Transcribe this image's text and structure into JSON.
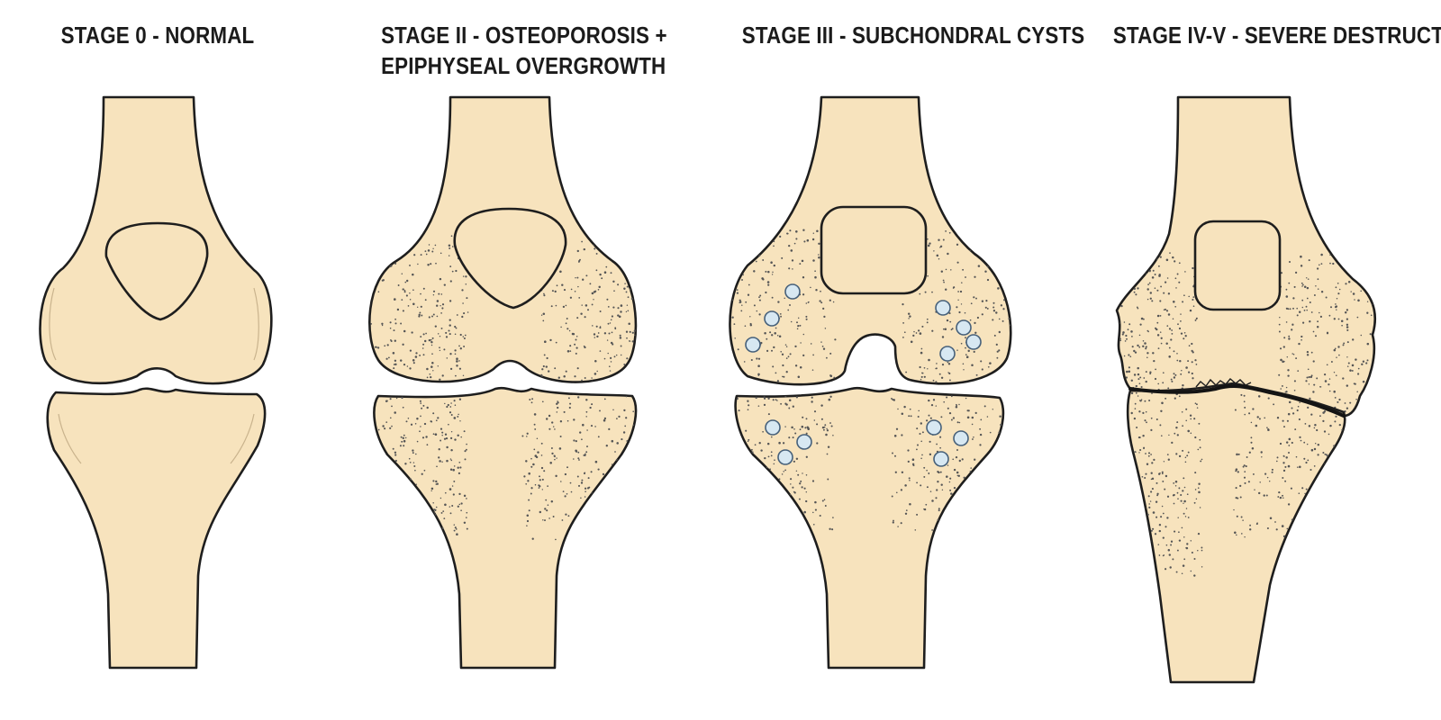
{
  "stages": [
    {
      "title_lines": [
        "STAGE 0 - NORMAL"
      ]
    },
    {
      "title_lines": [
        "STAGE II - OSTEOPOROSIS +",
        "EPIPHYSEAL OVERGROWTH"
      ]
    },
    {
      "title_lines": [
        "STAGE III - SUBCHONDRAL CYSTS"
      ]
    },
    {
      "title_lines": [
        "STAGE IV-V - SEVERE DESTRUCTION"
      ]
    }
  ],
  "colors": {
    "bone": "#f7e3bd",
    "outline": "#1e1e1e",
    "cyst": "#d7e8f2",
    "background": "#ffffff"
  }
}
